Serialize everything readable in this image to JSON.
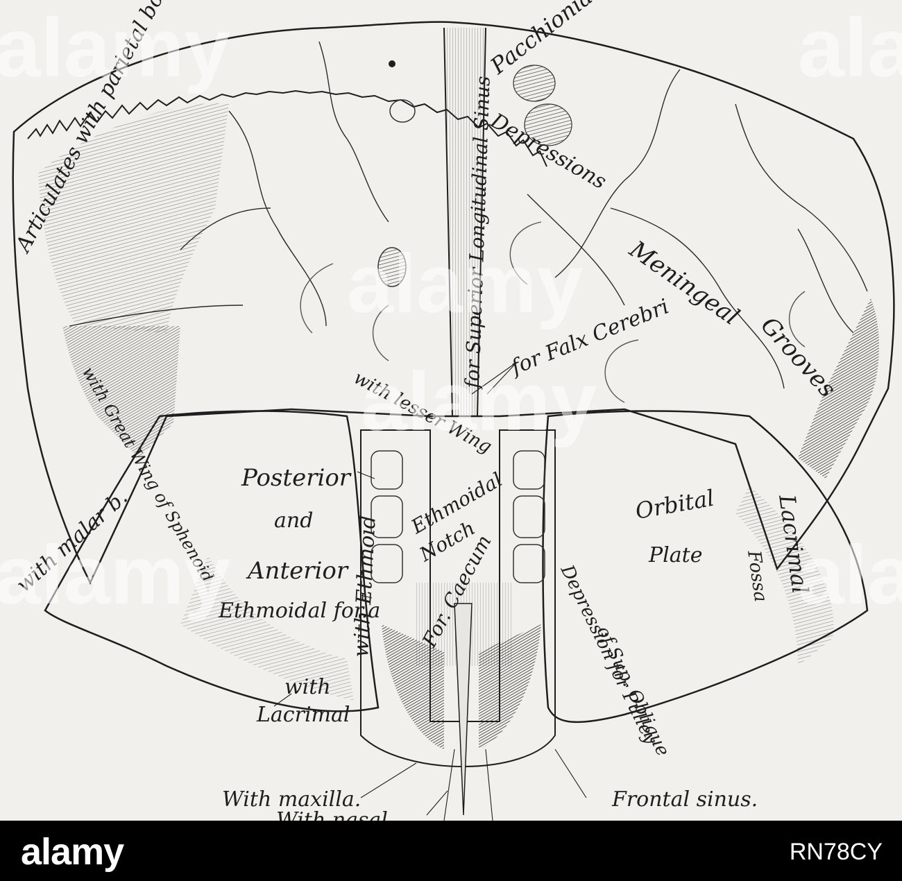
{
  "figure": {
    "labels": {
      "parietal": "Articulates with parietal bone.",
      "sinus": "for Superior Longitudinal Sinus",
      "pacchionian": "Pacchionian",
      "depressions": "Depressions",
      "meningeal": "Meningeal",
      "grooves": "Grooves",
      "falx": "for Falx Cerebri",
      "lesser_wing": "with lesser Wing",
      "great_wing": "with Great Wing of Sphenoid",
      "posterior": "Posterior",
      "and": "and",
      "anterior": "Anterior",
      "ethmoidal_for": "Ethmoidal for.a",
      "with_ethmoid": "with Ethmoid",
      "ethmoidal_notch_1": "Ethmoidal",
      "ethmoidal_notch_2": "Notch",
      "orbital": "Orbital",
      "plate": "Plate",
      "lacrimal_fossa_1": "Lacrimal",
      "lacrimal_fossa_2": "Fossa",
      "malar": "with malar b.",
      "with": "with",
      "lacrimal": "Lacrimal",
      "for_caecum": "For. Caecum",
      "pulley_1": "Depression for Pulley",
      "pulley_2": "of Sup. Oblique",
      "maxilla": "With maxilla.",
      "frontal_sinus": "Frontal sinus.",
      "nasal": "With nasal"
    },
    "watermark": "alamy"
  },
  "footer": {
    "logo": "alamy",
    "image_id": "RN78CY"
  },
  "colors": {
    "paper": "#f2f0ed",
    "ink": "#1e1e1e",
    "shade": "#8a8784",
    "footer": "#000000"
  }
}
